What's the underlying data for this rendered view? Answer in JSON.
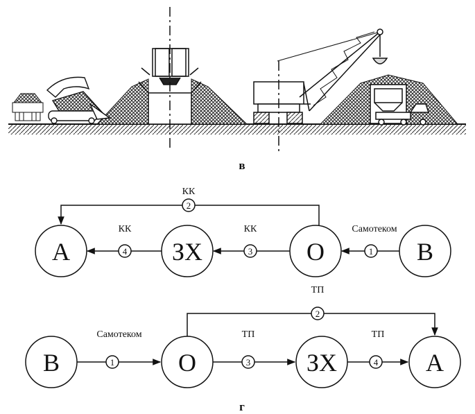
{
  "captions": {
    "top": "в",
    "bottom": "г"
  },
  "top_flow": {
    "nodes": {
      "a": "А",
      "zx": "ЗХ",
      "o": "О",
      "v": "В"
    },
    "edges": {
      "e1": {
        "num": "1",
        "label": "Самотеком"
      },
      "e2": {
        "num": "2",
        "label": "КК"
      },
      "e3": {
        "num": "3",
        "label": "КК"
      },
      "e4": {
        "num": "4",
        "label": "КК"
      }
    }
  },
  "bottom_flow": {
    "nodes": {
      "v": "В",
      "o": "О",
      "zx": "ЗХ",
      "a": "А"
    },
    "edges": {
      "e1": {
        "num": "1",
        "label": "Самотеком"
      },
      "e2": {
        "num": "2",
        "label": "ТП"
      },
      "e3": {
        "num": "3",
        "label": "ТП"
      },
      "e4": {
        "num": "4",
        "label": "ТП"
      }
    }
  }
}
